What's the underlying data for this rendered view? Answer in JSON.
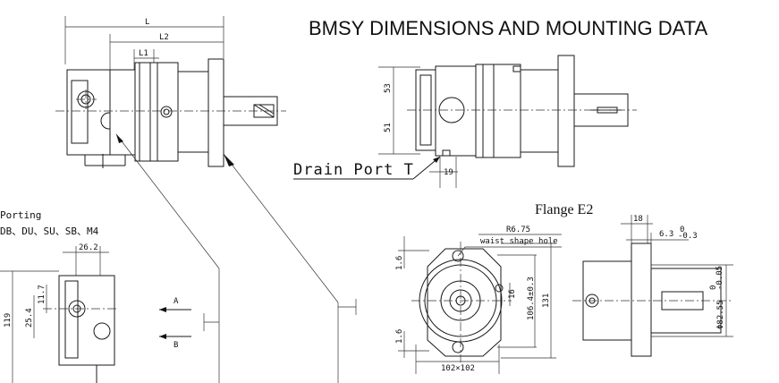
{
  "title": "BMSY DIMENSIONS AND MOUNTING DATA",
  "flange_label": "Flange E2",
  "drain_label": "Drain Port T",
  "porting_label": "Porting",
  "porting_codes": "DB、DU、SU、SB、M4",
  "port_a": "A",
  "port_b": "B",
  "dims": {
    "L": "L",
    "L2": "L2",
    "L1": "L1",
    "d53": "53",
    "d51": "51",
    "d19": "19",
    "d26_2": "26.2",
    "d11_7": "11.7",
    "d25_4": "25.4",
    "d119": "119",
    "r6_75": "R6.75",
    "waist_hole": "waist shape hole",
    "d16": "16",
    "d106_4": "106.4±0.3",
    "d131": "131",
    "d1_6_top": "1.6",
    "d1_6_bot": "1.6",
    "d102": "102×102",
    "d18": "18",
    "d6_3": "6.3",
    "d6_3_tol_hi": "0",
    "d6_3_tol_lo": "-0.3",
    "d82_55": "Φ82.55",
    "d82_55_tol_hi": "0",
    "d82_55_tol_lo": "-0.05"
  }
}
